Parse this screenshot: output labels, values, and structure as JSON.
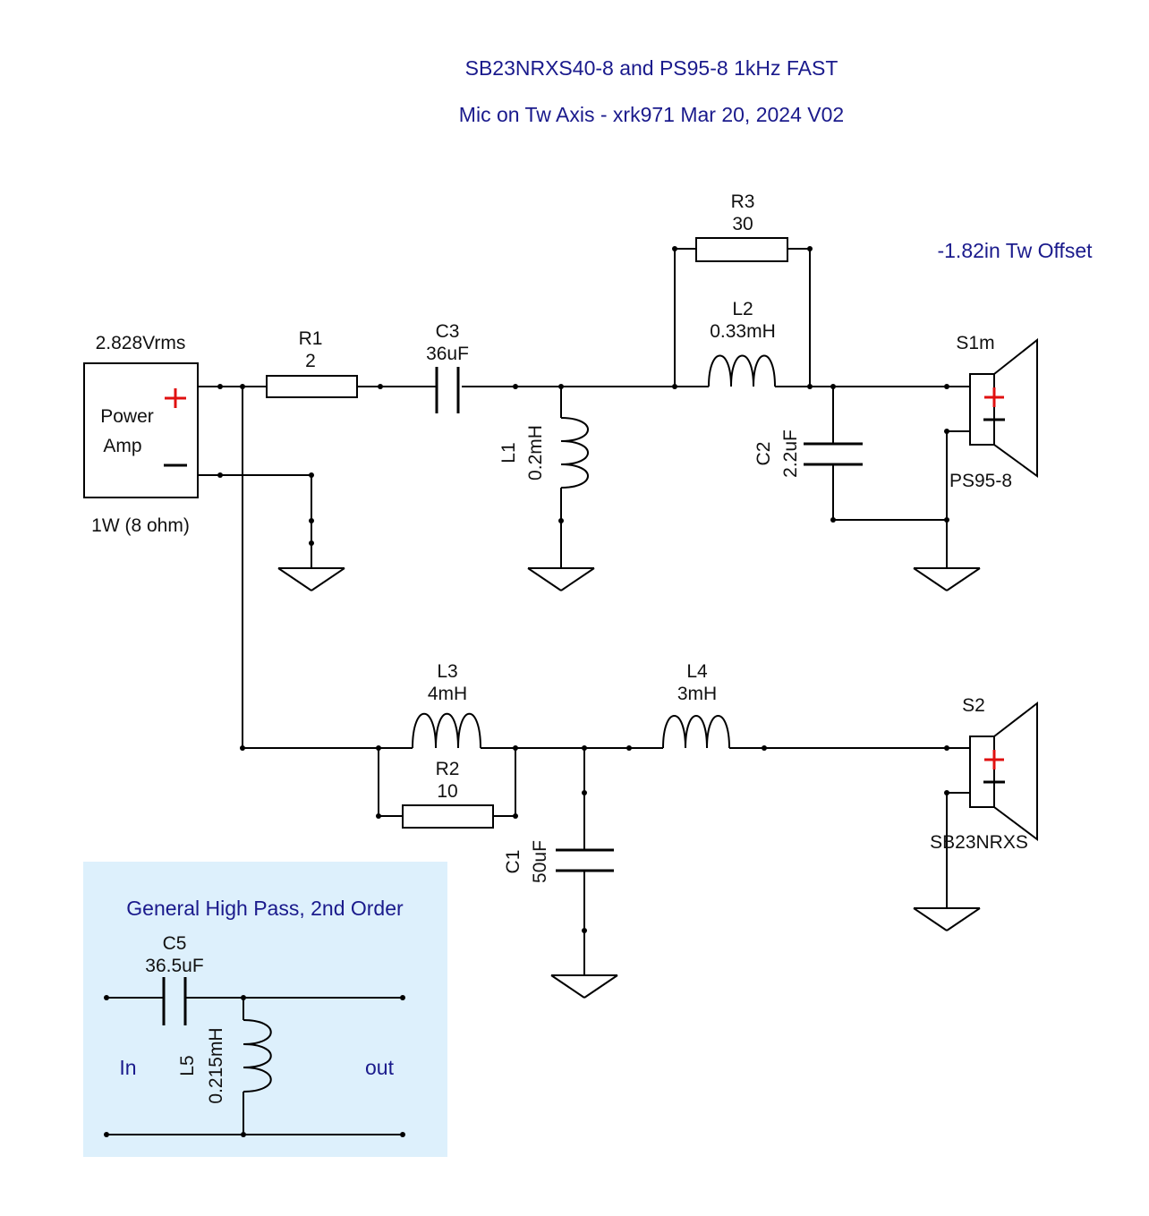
{
  "title": {
    "line1": "SB23NRXS40-8 and PS95-8 1kHz FAST",
    "line2": "Mic on Tw Axis - xrk971 Mar 20, 2024  V02"
  },
  "offset_note": "-1.82in Tw Offset",
  "source": {
    "voltage": "2.828Vrms",
    "label_line1": "Power",
    "label_line2": "Amp",
    "power": "1W (8 ohm)"
  },
  "components": {
    "R1": {
      "name": "R1",
      "value": "2"
    },
    "C3": {
      "name": "C3",
      "value": "36uF"
    },
    "L1": {
      "name": "L1",
      "value": "0.2mH"
    },
    "R3": {
      "name": "R3",
      "value": "30"
    },
    "L2": {
      "name": "L2",
      "value": "0.33mH"
    },
    "C2": {
      "name": "C2",
      "value": "2.2uF"
    },
    "L3": {
      "name": "L3",
      "value": "4mH"
    },
    "R2": {
      "name": "R2",
      "value": "10"
    },
    "L4": {
      "name": "L4",
      "value": "3mH"
    },
    "C1": {
      "name": "C1",
      "value": "50uF"
    }
  },
  "speakers": {
    "S1m": {
      "name": "S1m",
      "model": "PS95-8"
    },
    "S2": {
      "name": "S2",
      "model": "SB23NRXS"
    }
  },
  "inset": {
    "title": "General High Pass, 2nd Order",
    "C5": {
      "name": "C5",
      "value": "36.5uF"
    },
    "L5": {
      "name": "L5",
      "value": "0.215mH"
    },
    "in_label": "In",
    "out_label": "out",
    "background": "#ddf0fc"
  },
  "colors": {
    "title_text": "#1a1a8c",
    "plus_sign": "#e01010",
    "inset_bg": "#ddf0fc"
  }
}
